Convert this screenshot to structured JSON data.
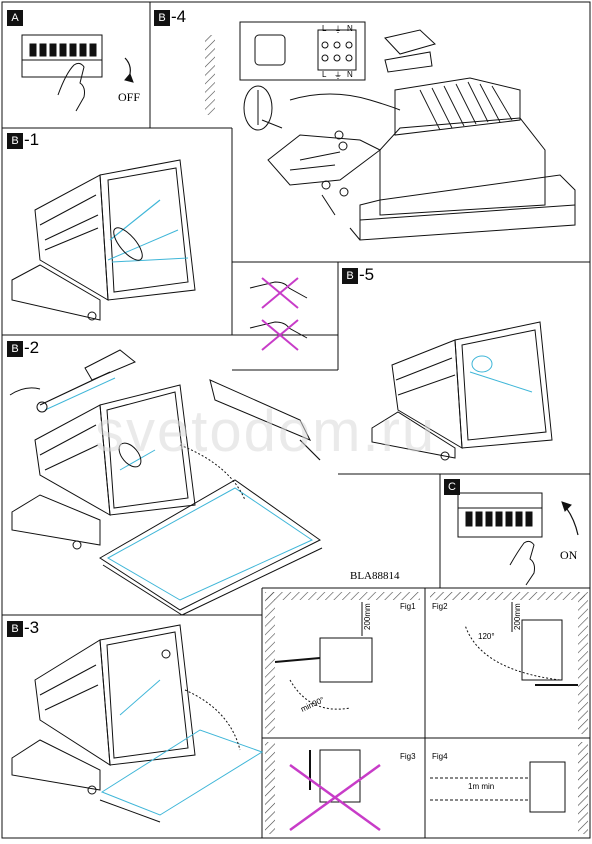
{
  "sections": {
    "A": {
      "tag": "A",
      "label": "A"
    },
    "B4": {
      "tag": "B",
      "label": "-4"
    },
    "B1": {
      "tag": "B",
      "label": "-1"
    },
    "B5": {
      "tag": "B",
      "label": "-5"
    },
    "B2": {
      "tag": "B",
      "label": "-2"
    },
    "C": {
      "tag": "C",
      "label": "C"
    },
    "B3": {
      "tag": "B",
      "label": "-3"
    }
  },
  "labels": {
    "off": "OFF",
    "on": "ON",
    "model": "BLA88814",
    "watermark": "svetodom.ru"
  },
  "figures": {
    "fig1": {
      "title": "Fig1",
      "dim": "200mm",
      "angle": "min90°"
    },
    "fig2": {
      "title": "Fig2",
      "dim": "200mm",
      "angle": "120°"
    },
    "fig3": {
      "title": "Fig3"
    },
    "fig4": {
      "title": "Fig4",
      "dist": "1m min"
    }
  },
  "terminals": {
    "l": "L",
    "n": "N",
    "ground": "⏚"
  },
  "colors": {
    "line": "#111111",
    "accent": "#3fb6d8",
    "cross": "#c83cc8",
    "hatch": "#444444"
  }
}
